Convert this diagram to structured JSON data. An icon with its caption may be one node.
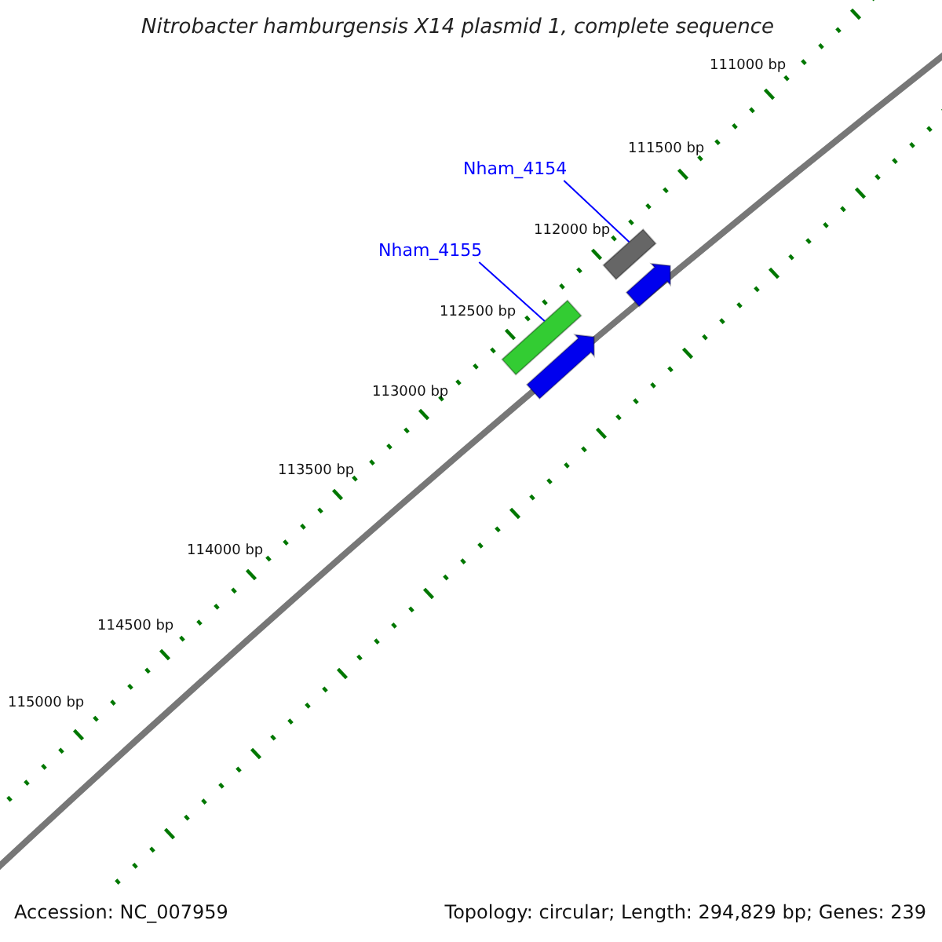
{
  "diagram": {
    "title": "Nitrobacter hamburgensis X14 plasmid 1, complete sequence",
    "nodes": [
      {
        "text": [
          "Nham_4154"
        ]
      },
      {
        "text": [],
        "shape": "bar"
      },
      {
        "text": [
          "Nham_4155"
        ]
      },
      {
        "text": [],
        "shape": "bar"
      },
      {
        "text": [],
        "shape": "arrow"
      },
      {
        "text": [],
        "shape": "arrow"
      }
    ],
    "edges": [
      {
        "from": 0,
        "to": 1,
        "arrow": "none"
      },
      {
        "from": 2,
        "to": 3,
        "arrow": "none"
      }
    ],
    "labels": [
      "111000 bp",
      "111500 bp",
      "112000 bp",
      "112500 bp",
      "113000 bp",
      "113500 bp",
      "114000 bp",
      "114500 bp",
      "115000 bp",
      "Accession: NC_007959",
      "Topology: circular; Length: 294,829 bp; Genes: 239"
    ]
  }
}
